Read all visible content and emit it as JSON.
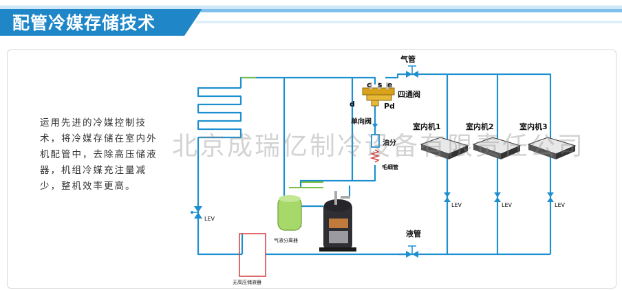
{
  "header": {
    "title": "配管冷媒存储技术"
  },
  "description": {
    "lines": [
      "运用先进的冷媒控制技",
      "术，将冷媒存储在室内外",
      "机配管中，去除高压储液",
      "器，机组冷媒充注量减",
      "少，整机效率更高。"
    ]
  },
  "diagram": {
    "gas_pipe": "气管",
    "liquid_pipe": "液管",
    "four_way_valve": "四通阀",
    "port_c": "c",
    "port_s": "s",
    "port_e": "e",
    "port_d": "d",
    "pd": "Pd",
    "check_valve": "单向阀",
    "oil_separator": "油分",
    "capillary": "毛细管",
    "gas_liquid_separator": "气液分离器",
    "no_receiver": "无高压储液器",
    "lev_outdoor": "LEV",
    "indoor_units": [
      {
        "name": "室内机1",
        "lev": "LEV"
      },
      {
        "name": "室内机2",
        "lev": "LEV"
      },
      {
        "name": "室内机3",
        "lev": "LEV"
      }
    ]
  },
  "watermark": "北京成瑞亿制冷设备有限责任公司",
  "colors": {
    "header": "#1f86c8",
    "pipe": "#1e8fcf",
    "pipe_green": "#7bbf3c",
    "separator": "#a6d86a",
    "receiver": "#d43c3c"
  }
}
